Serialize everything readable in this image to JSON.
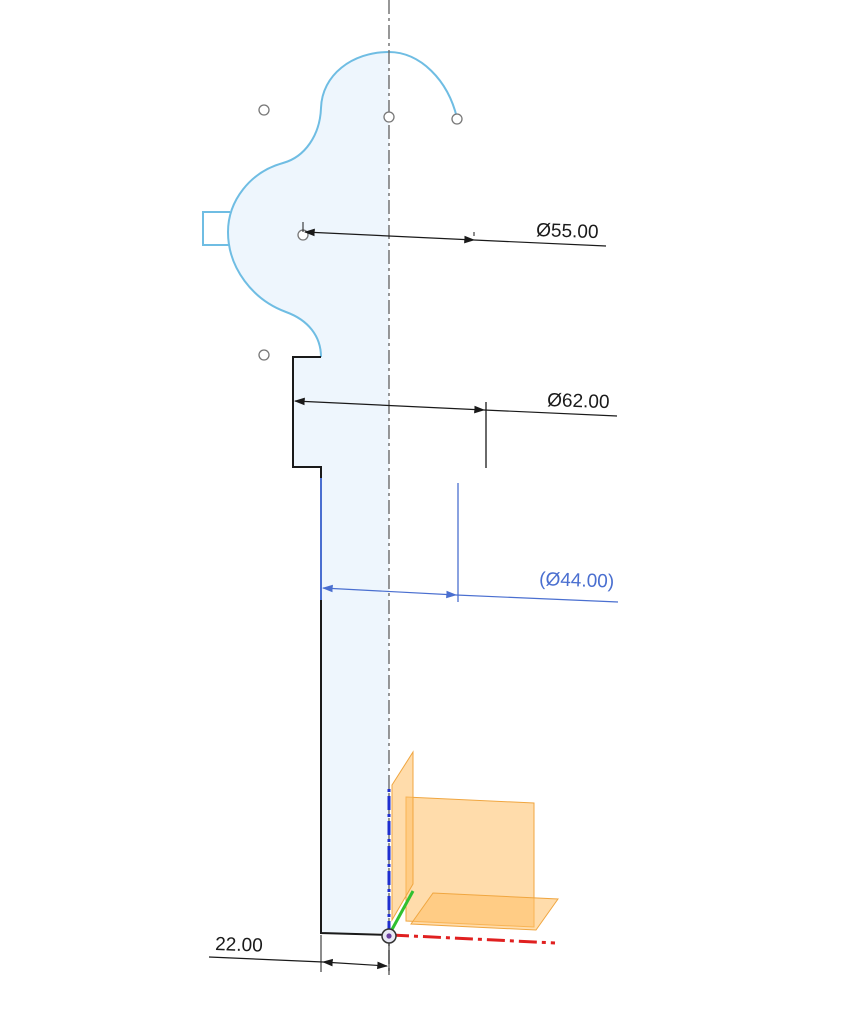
{
  "dimensions": {
    "d55": {
      "label": "Ø55.00"
    },
    "d62": {
      "label": "Ø62.00"
    },
    "d44": {
      "label": "(Ø44.00)",
      "reference": true
    },
    "w22": {
      "label": "22.00"
    }
  },
  "colors": {
    "background": "#ffffff",
    "profile_fill": "#eef6fd",
    "profile_stroke": "#6fbde3",
    "constrained_line": "#1a1a1a",
    "dimension_line": "#1a1a1a",
    "reference_dimension": "#4a6fd0",
    "centerline": "#6b6b6b",
    "axis_x": "#e02020",
    "axis_y": "#30c030",
    "axis_z": "#1e2fd0",
    "plane_fill": "#ffc066",
    "plane_stroke": "#f0a640"
  },
  "icons": {
    "origin": "origin-icon",
    "sketch_point": "sketch-point-icon"
  }
}
